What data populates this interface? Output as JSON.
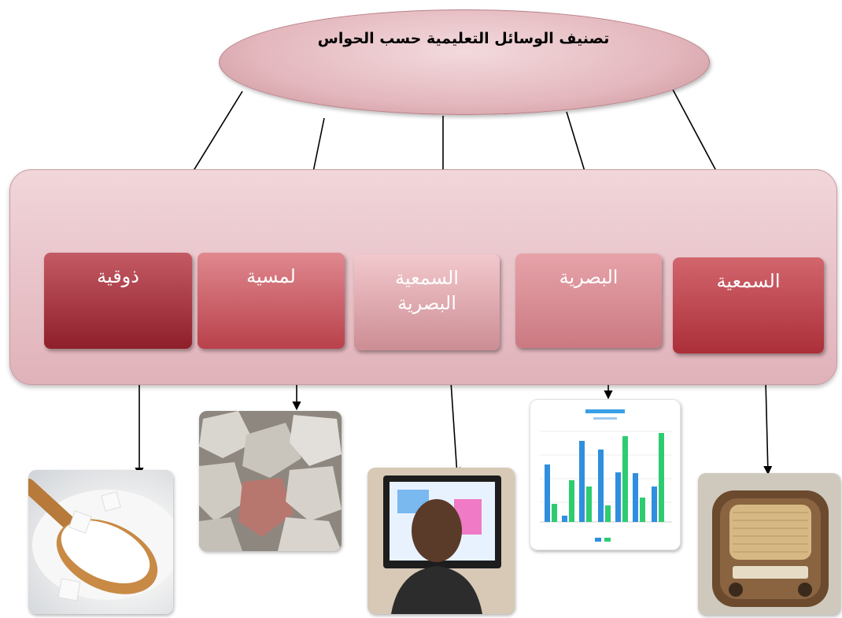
{
  "title": "تصنيف الوسائل التعليمية حسب الحواس",
  "categories": [
    {
      "id": "taste",
      "label": "ذوقية",
      "example_icon": "sugar-spoon-photo"
    },
    {
      "id": "touch",
      "label": "لمسية",
      "example_icon": "stones-photo"
    },
    {
      "id": "audiovisual",
      "label": "السمعية البصرية",
      "example_icon": "television-photo"
    },
    {
      "id": "visual",
      "label": "البصرية",
      "example_icon": "bar-chart-photo"
    },
    {
      "id": "audio",
      "label": "السمعية",
      "example_icon": "radio-photo"
    }
  ],
  "colors": {
    "ellipse": "#e3b7bd",
    "band": "#eac5ca",
    "taste": "#8e1f2a",
    "touch": "#b8414b",
    "audiovisual": "#cc8d94",
    "visual": "#cb7981",
    "audio": "#ab2f39",
    "chart_blue": "#2f8fde",
    "chart_green": "#2ecc71"
  }
}
